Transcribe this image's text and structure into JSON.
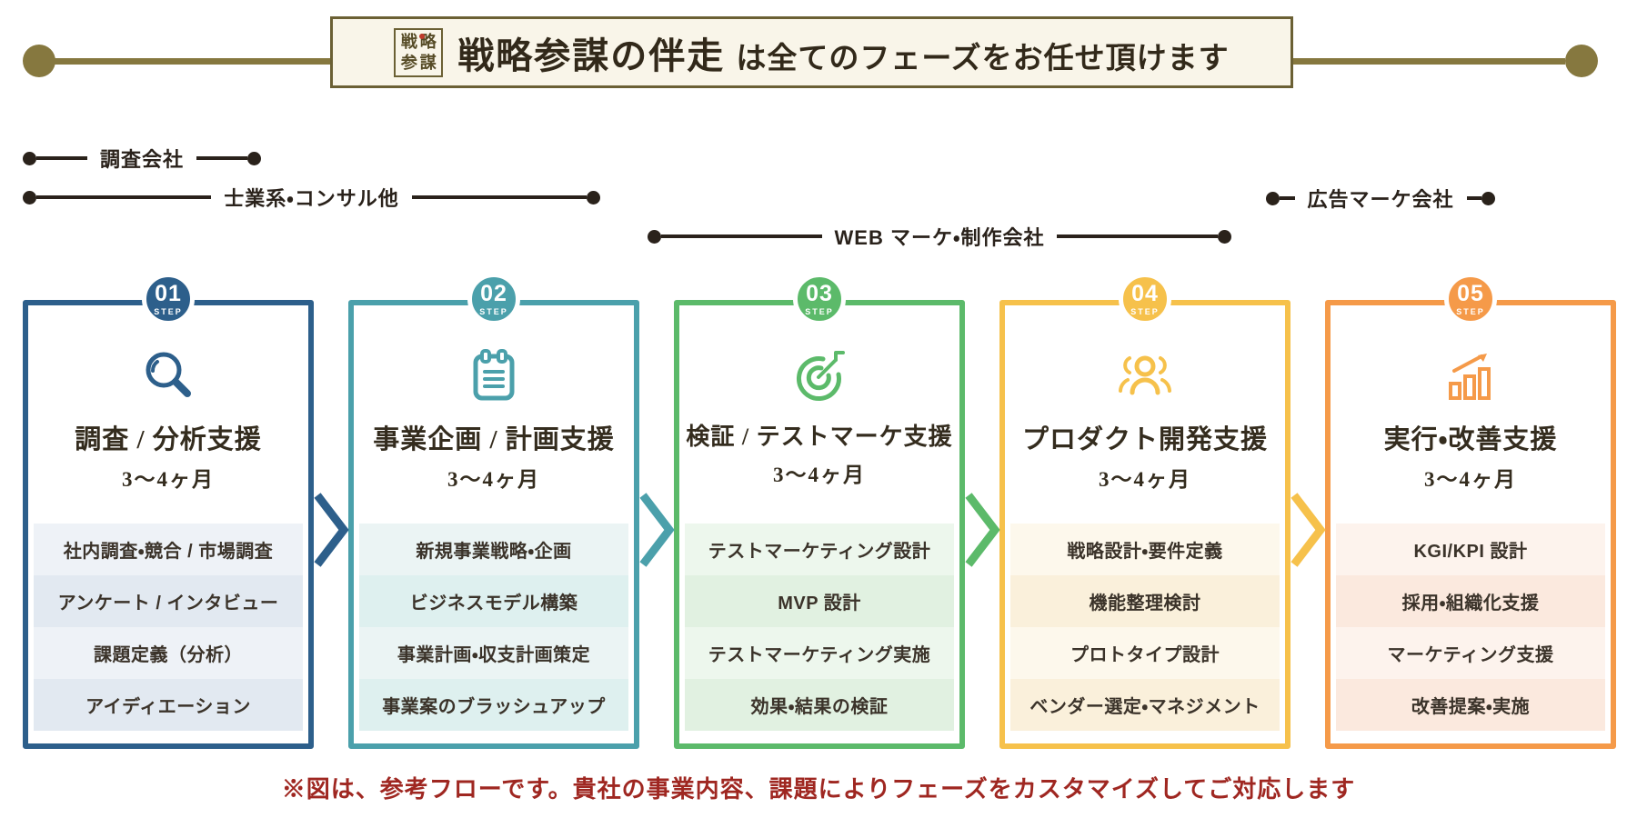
{
  "palette": {
    "gold": "#86783f",
    "header_border": "#6b6034",
    "header_bg": "#f9f5e9",
    "bracket_color": "#2a221b",
    "note_red": "#9f2721",
    "dark_text": "#33291c"
  },
  "header": {
    "logo_line1": "戦略",
    "logo_line2": "参謀",
    "title_strong": "戦略参謀の伴走",
    "title_rest": "は全てのフェーズをお任せ頂けます"
  },
  "brackets": [
    {
      "label": "調査会社"
    },
    {
      "label": "士業系・コンサル他"
    },
    {
      "label": "WEB マーケ・制作会社"
    },
    {
      "label": "広告マーケ会社"
    }
  ],
  "steps": [
    {
      "number": "01",
      "step_word": "STEP",
      "icon": "magnifier-icon",
      "title": "調査 / 分析支援",
      "duration": "3〜4ヶ月",
      "color": "#2d5f8b",
      "row_light": "#eef2f7",
      "row_dark": "#e2e9f1",
      "items": [
        "社内調査・競合 / 市場調査",
        "アンケート / インタビュー",
        "課題定義（分析）",
        "アイディエーション"
      ]
    },
    {
      "number": "02",
      "step_word": "STEP",
      "icon": "clipboard-icon",
      "title": "事業企画 / 計画支援",
      "duration": "3〜4ヶ月",
      "color": "#4ba0ab",
      "row_light": "#ebf4f4",
      "row_dark": "#def0ef",
      "items": [
        "新規事業戦略・企画",
        "ビジネスモデル構築",
        "事業計画・収支計画策定",
        "事業案のブラッシュアップ"
      ]
    },
    {
      "number": "03",
      "step_word": "STEP",
      "icon": "target-icon",
      "title": "検証 / テストマーケ支援",
      "duration": "3〜4ヶ月",
      "color": "#5cba6a",
      "row_light": "#edf7ed",
      "row_dark": "#e1f1e1",
      "items": [
        "テストマーケティング設計",
        "MVP 設計",
        "テストマーケティング実施",
        "効果・結果の検証"
      ]
    },
    {
      "number": "04",
      "step_word": "STEP",
      "icon": "team-icon",
      "title": "プロダクト開発支援",
      "duration": "3〜4ヶ月",
      "color": "#f6c14b",
      "row_light": "#fdf8ec",
      "row_dark": "#faf0db",
      "items": [
        "戦略設計・要件定義",
        "機能整理検討",
        "プロトタイプ設計",
        "ベンダー選定・マネジメント"
      ]
    },
    {
      "number": "05",
      "step_word": "STEP",
      "icon": "growth-chart-icon",
      "title": "実行・改善支援",
      "duration": "3〜4ヶ月",
      "color": "#f59a49",
      "row_light": "#fdf3ed",
      "row_dark": "#fbe9de",
      "items": [
        "KGI/KPI 設計",
        "採用・組織化支援",
        "マーケティング支援",
        "改善提案・実施"
      ]
    }
  ],
  "footer_note": "※図は、参考フローです。貴社の事業内容、課題によりフェーズをカスタマイズしてご対応します"
}
